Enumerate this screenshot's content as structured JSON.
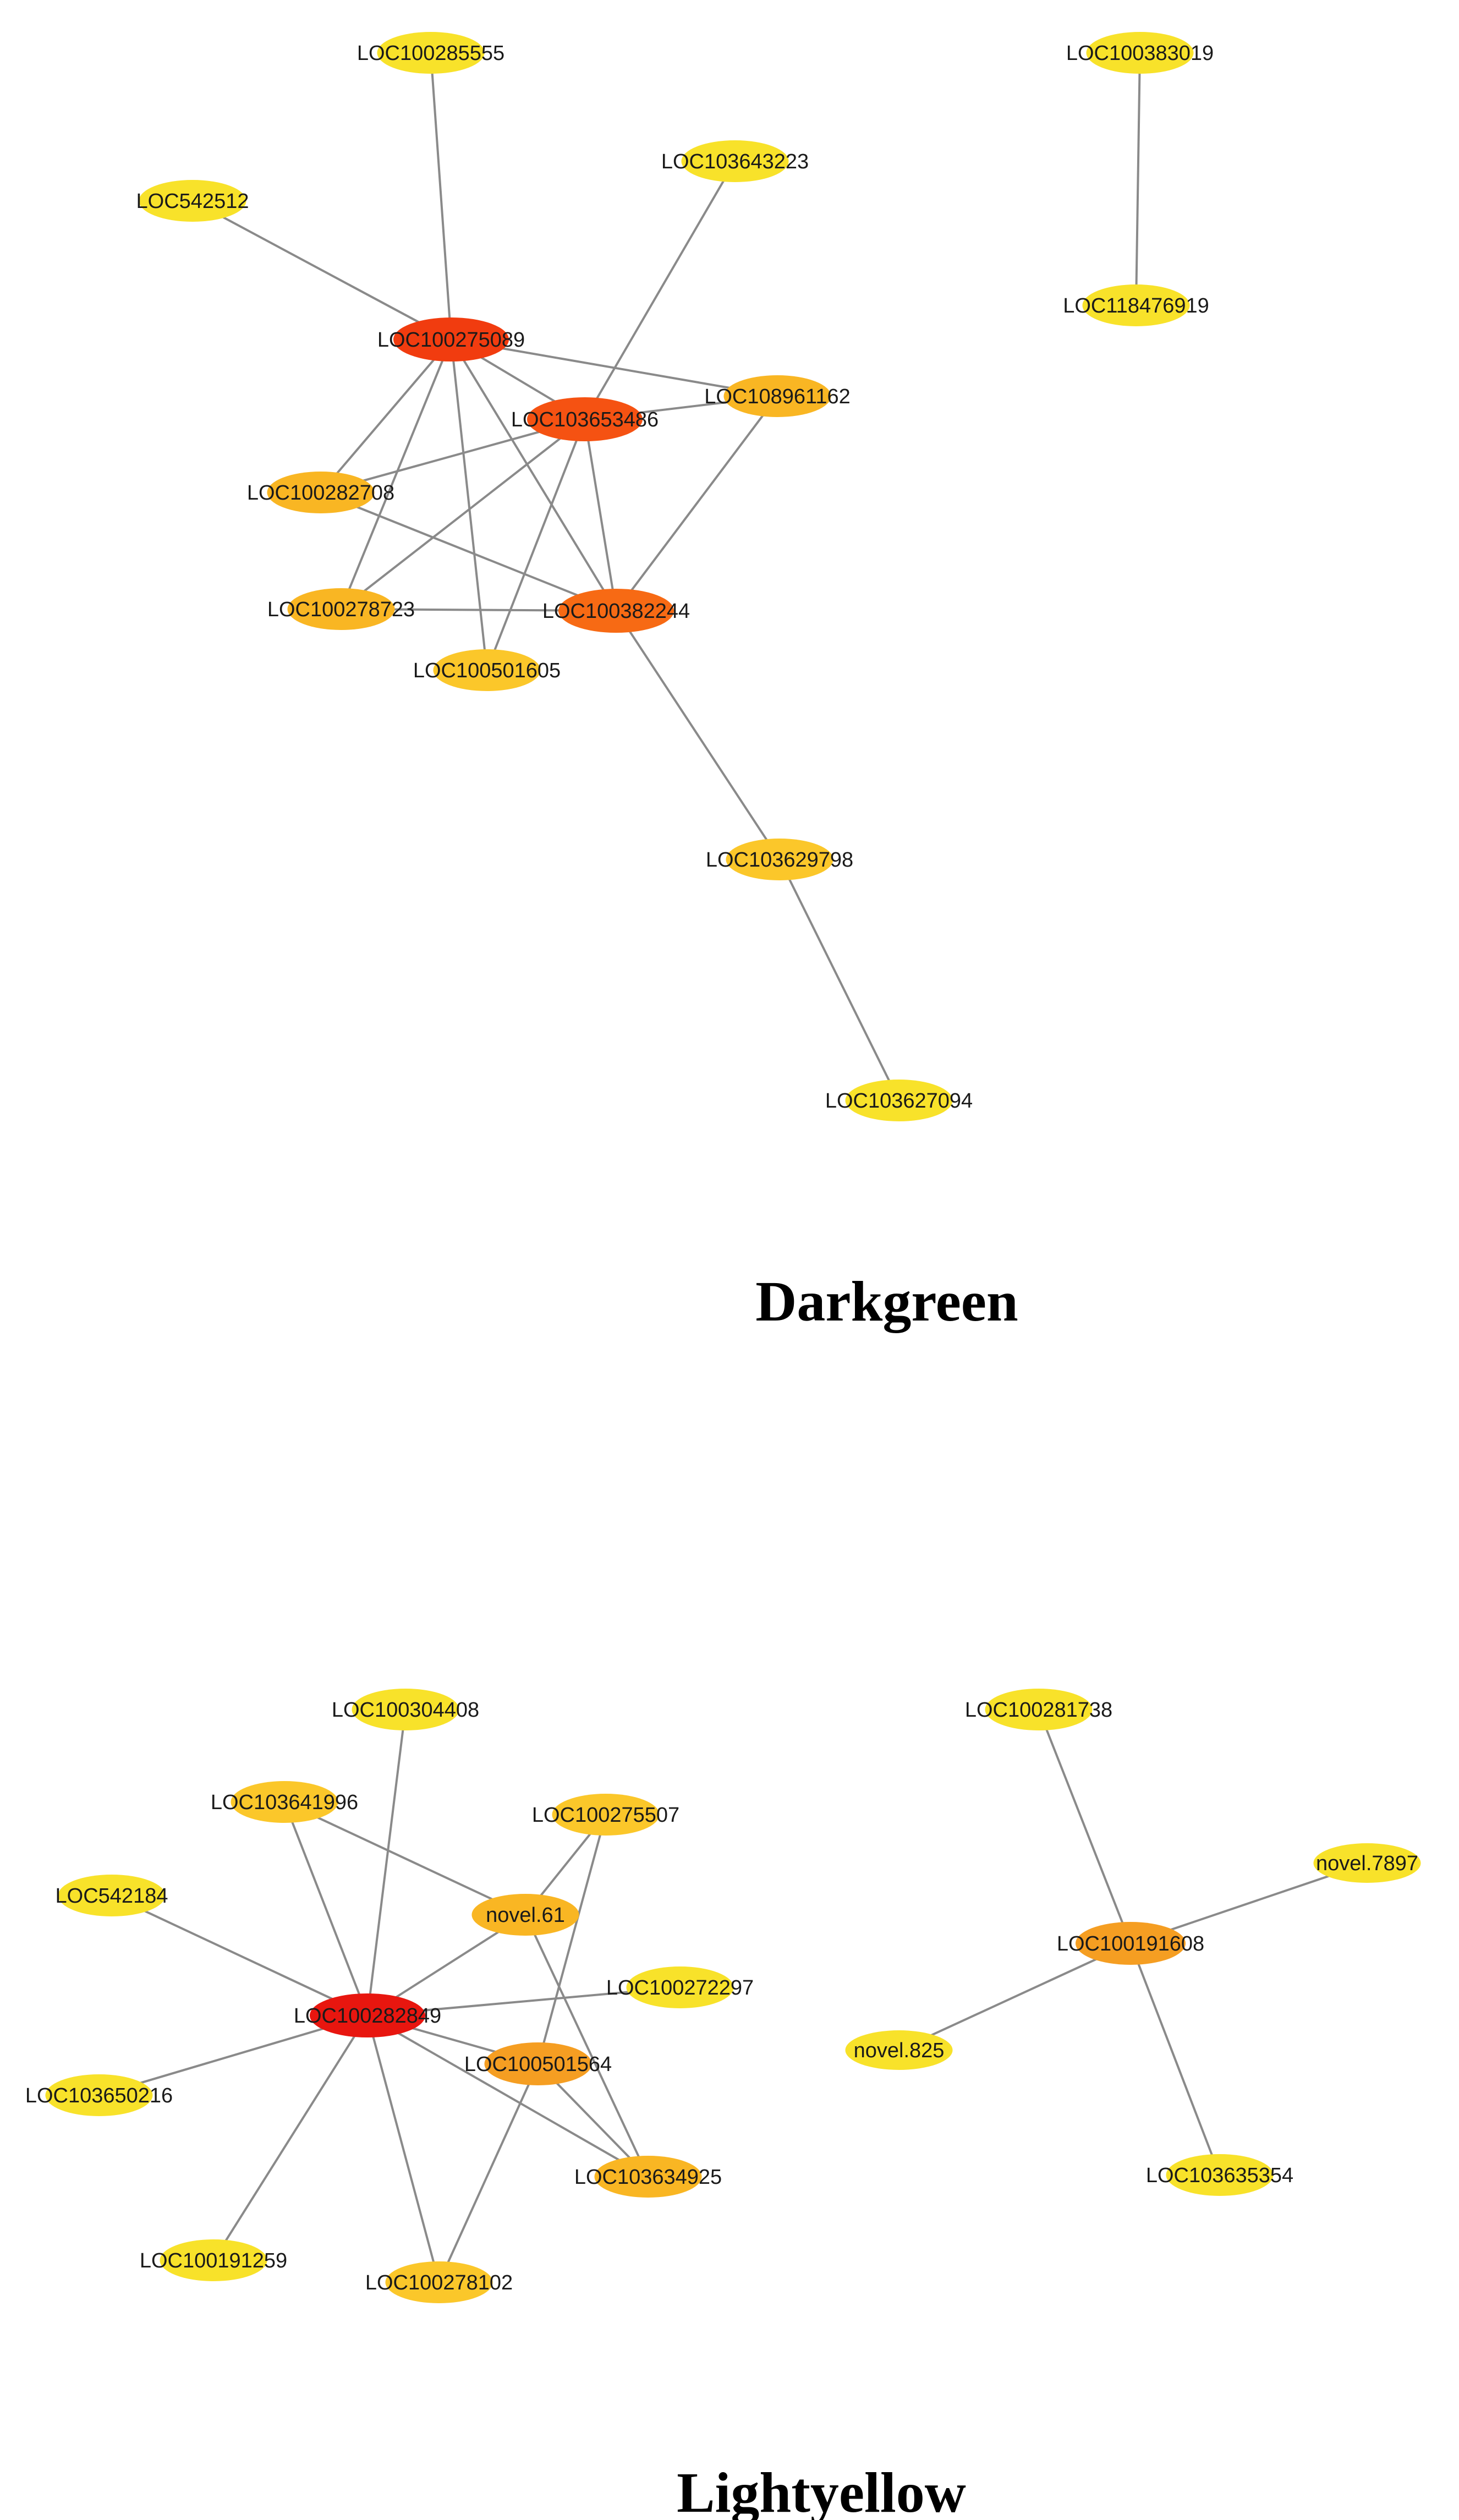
{
  "colors": {
    "red": "#e8160f",
    "red_orange": "#f13c0f",
    "orange_red": "#f55212",
    "orange": "#f76a14",
    "dark_orange": "#f59e22",
    "amber": "#f9b623",
    "gold": "#fbc72a",
    "yellow": "#f8e22a",
    "edge": "#8a8a8a"
  },
  "networks": [
    {
      "caption": "Darkgreen",
      "nodes": [
        {
          "id": "LOC100285555",
          "label": "LOC100285555",
          "color": "#f8e22a"
        },
        {
          "id": "LOC542512",
          "label": "LOC542512",
          "color": "#f8e22a"
        },
        {
          "id": "LOC103643223",
          "label": "LOC103643223",
          "color": "#f8e22a"
        },
        {
          "id": "LOC100275089",
          "label": "LOC100275089",
          "color": "#f13c0f"
        },
        {
          "id": "LOC103653486",
          "label": "LOC103653486",
          "color": "#f55212"
        },
        {
          "id": "LOC108961162",
          "label": "LOC108961162",
          "color": "#f9b623"
        },
        {
          "id": "LOC100282708",
          "label": "LOC100282708",
          "color": "#f9b623"
        },
        {
          "id": "LOC100278723",
          "label": "LOC100278723",
          "color": "#f9b623"
        },
        {
          "id": "LOC100382244",
          "label": "LOC100382244",
          "color": "#f76a14"
        },
        {
          "id": "LOC100501605",
          "label": "LOC100501605",
          "color": "#fbc72a"
        },
        {
          "id": "LOC103629798",
          "label": "LOC103629798",
          "color": "#fbc72a"
        },
        {
          "id": "LOC103627094",
          "label": "LOC103627094",
          "color": "#f8e22a"
        },
        {
          "id": "LOC100383019",
          "label": "LOC100383019",
          "color": "#f8e22a"
        },
        {
          "id": "LOC118476919",
          "label": "LOC118476919",
          "color": "#f8e22a"
        }
      ],
      "edges": [
        [
          "LOC100285555",
          "LOC100275089"
        ],
        [
          "LOC542512",
          "LOC100275089"
        ],
        [
          "LOC103643223",
          "LOC103653486"
        ],
        [
          "LOC100275089",
          "LOC103653486"
        ],
        [
          "LOC100275089",
          "LOC108961162"
        ],
        [
          "LOC100275089",
          "LOC100282708"
        ],
        [
          "LOC100275089",
          "LOC100278723"
        ],
        [
          "LOC100275089",
          "LOC100382244"
        ],
        [
          "LOC100275089",
          "LOC100501605"
        ],
        [
          "LOC103653486",
          "LOC108961162"
        ],
        [
          "LOC103653486",
          "LOC100282708"
        ],
        [
          "LOC103653486",
          "LOC100278723"
        ],
        [
          "LOC103653486",
          "LOC100382244"
        ],
        [
          "LOC103653486",
          "LOC100501605"
        ],
        [
          "LOC100282708",
          "LOC100382244"
        ],
        [
          "LOC100278723",
          "LOC100382244"
        ],
        [
          "LOC108961162",
          "LOC100382244"
        ],
        [
          "LOC100382244",
          "LOC103629798"
        ],
        [
          "LOC103629798",
          "LOC103627094"
        ],
        [
          "LOC100383019",
          "LOC118476919"
        ]
      ]
    },
    {
      "caption": "Lightyellow",
      "nodes": [
        {
          "id": "LOC100304408",
          "label": "LOC100304408",
          "color": "#f8e22a"
        },
        {
          "id": "LOC103641996",
          "label": "LOC103641996",
          "color": "#fbc72a"
        },
        {
          "id": "LOC100275507",
          "label": "LOC100275507",
          "color": "#fbc72a"
        },
        {
          "id": "LOC542184",
          "label": "LOC542184",
          "color": "#f8e22a"
        },
        {
          "id": "novel.61",
          "label": "novel.61",
          "color": "#f9b623"
        },
        {
          "id": "LOC100272297",
          "label": "LOC100272297",
          "color": "#f8e22a"
        },
        {
          "id": "LOC100282849",
          "label": "LOC100282849",
          "color": "#e8160f"
        },
        {
          "id": "LOC100501564",
          "label": "LOC100501564",
          "color": "#f59e22"
        },
        {
          "id": "LOC103650216",
          "label": "LOC103650216",
          "color": "#f8e22a"
        },
        {
          "id": "LOC103634925",
          "label": "LOC103634925",
          "color": "#f9b623"
        },
        {
          "id": "LOC100191259",
          "label": "LOC100191259",
          "color": "#f8e22a"
        },
        {
          "id": "LOC100278102",
          "label": "LOC100278102",
          "color": "#fbc72a"
        },
        {
          "id": "LOC100281738",
          "label": "LOC100281738",
          "color": "#f8e22a"
        },
        {
          "id": "novel.7897",
          "label": "novel.7897",
          "color": "#f8e22a"
        },
        {
          "id": "LOC100191608",
          "label": "LOC100191608",
          "color": "#f59e22"
        },
        {
          "id": "novel.825",
          "label": "novel.825",
          "color": "#f8e22a"
        },
        {
          "id": "LOC103635354",
          "label": "LOC103635354",
          "color": "#f8e22a"
        }
      ],
      "edges": [
        [
          "LOC100304408",
          "LOC100282849"
        ],
        [
          "LOC103641996",
          "LOC100282849"
        ],
        [
          "LOC103641996",
          "novel.61"
        ],
        [
          "LOC100275507",
          "novel.61"
        ],
        [
          "LOC100275507",
          "LOC100501564"
        ],
        [
          "LOC542184",
          "LOC100282849"
        ],
        [
          "novel.61",
          "LOC100282849"
        ],
        [
          "novel.61",
          "LOC103634925"
        ],
        [
          "LOC100272297",
          "LOC100282849"
        ],
        [
          "LOC100282849",
          "LOC100501564"
        ],
        [
          "LOC100282849",
          "LOC103634925"
        ],
        [
          "LOC100282849",
          "LOC103650216"
        ],
        [
          "LOC100282849",
          "LOC100191259"
        ],
        [
          "LOC100282849",
          "LOC100278102"
        ],
        [
          "LOC100501564",
          "LOC103634925"
        ],
        [
          "LOC100501564",
          "LOC100278102"
        ],
        [
          "LOC100281738",
          "LOC100191608"
        ],
        [
          "novel.7897",
          "LOC100191608"
        ],
        [
          "novel.825",
          "LOC100191608"
        ],
        [
          "LOC103635354",
          "LOC100191608"
        ]
      ]
    }
  ]
}
